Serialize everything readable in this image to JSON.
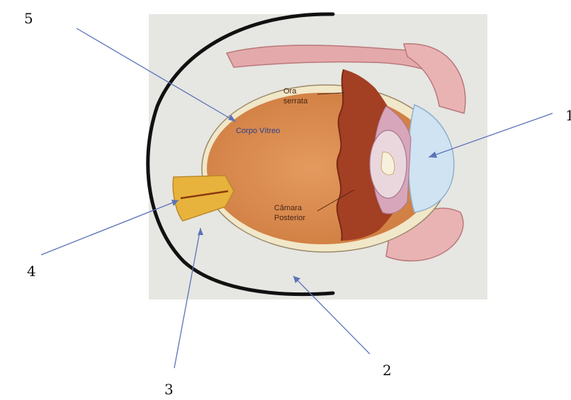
{
  "diagram": {
    "callouts": [
      {
        "id": "1",
        "text": "1"
      },
      {
        "id": "2",
        "text": "2"
      },
      {
        "id": "3",
        "text": "3"
      },
      {
        "id": "4",
        "text": "4"
      },
      {
        "id": "5",
        "text": "5"
      }
    ],
    "labels": {
      "ora_line1": "Ora",
      "ora_line2": "serrata",
      "vitreous": "Corpo Vítreo",
      "chamber_line1": "Câmara",
      "chamber_line2": "Posterior"
    },
    "colors": {
      "panel": "#e6e6e2",
      "eye_body": "#d98c4f",
      "choroid": "#a33f23",
      "sclera": "#f1e7c9",
      "cornea": "#cfe3f2",
      "muscle": "#e4a9ab",
      "nerve": "#e8b33c",
      "frame_arc": "#111111",
      "pointer": "#5a73b8",
      "label_dark": "#4a2616",
      "label_blue": "#2c3f8f"
    }
  }
}
